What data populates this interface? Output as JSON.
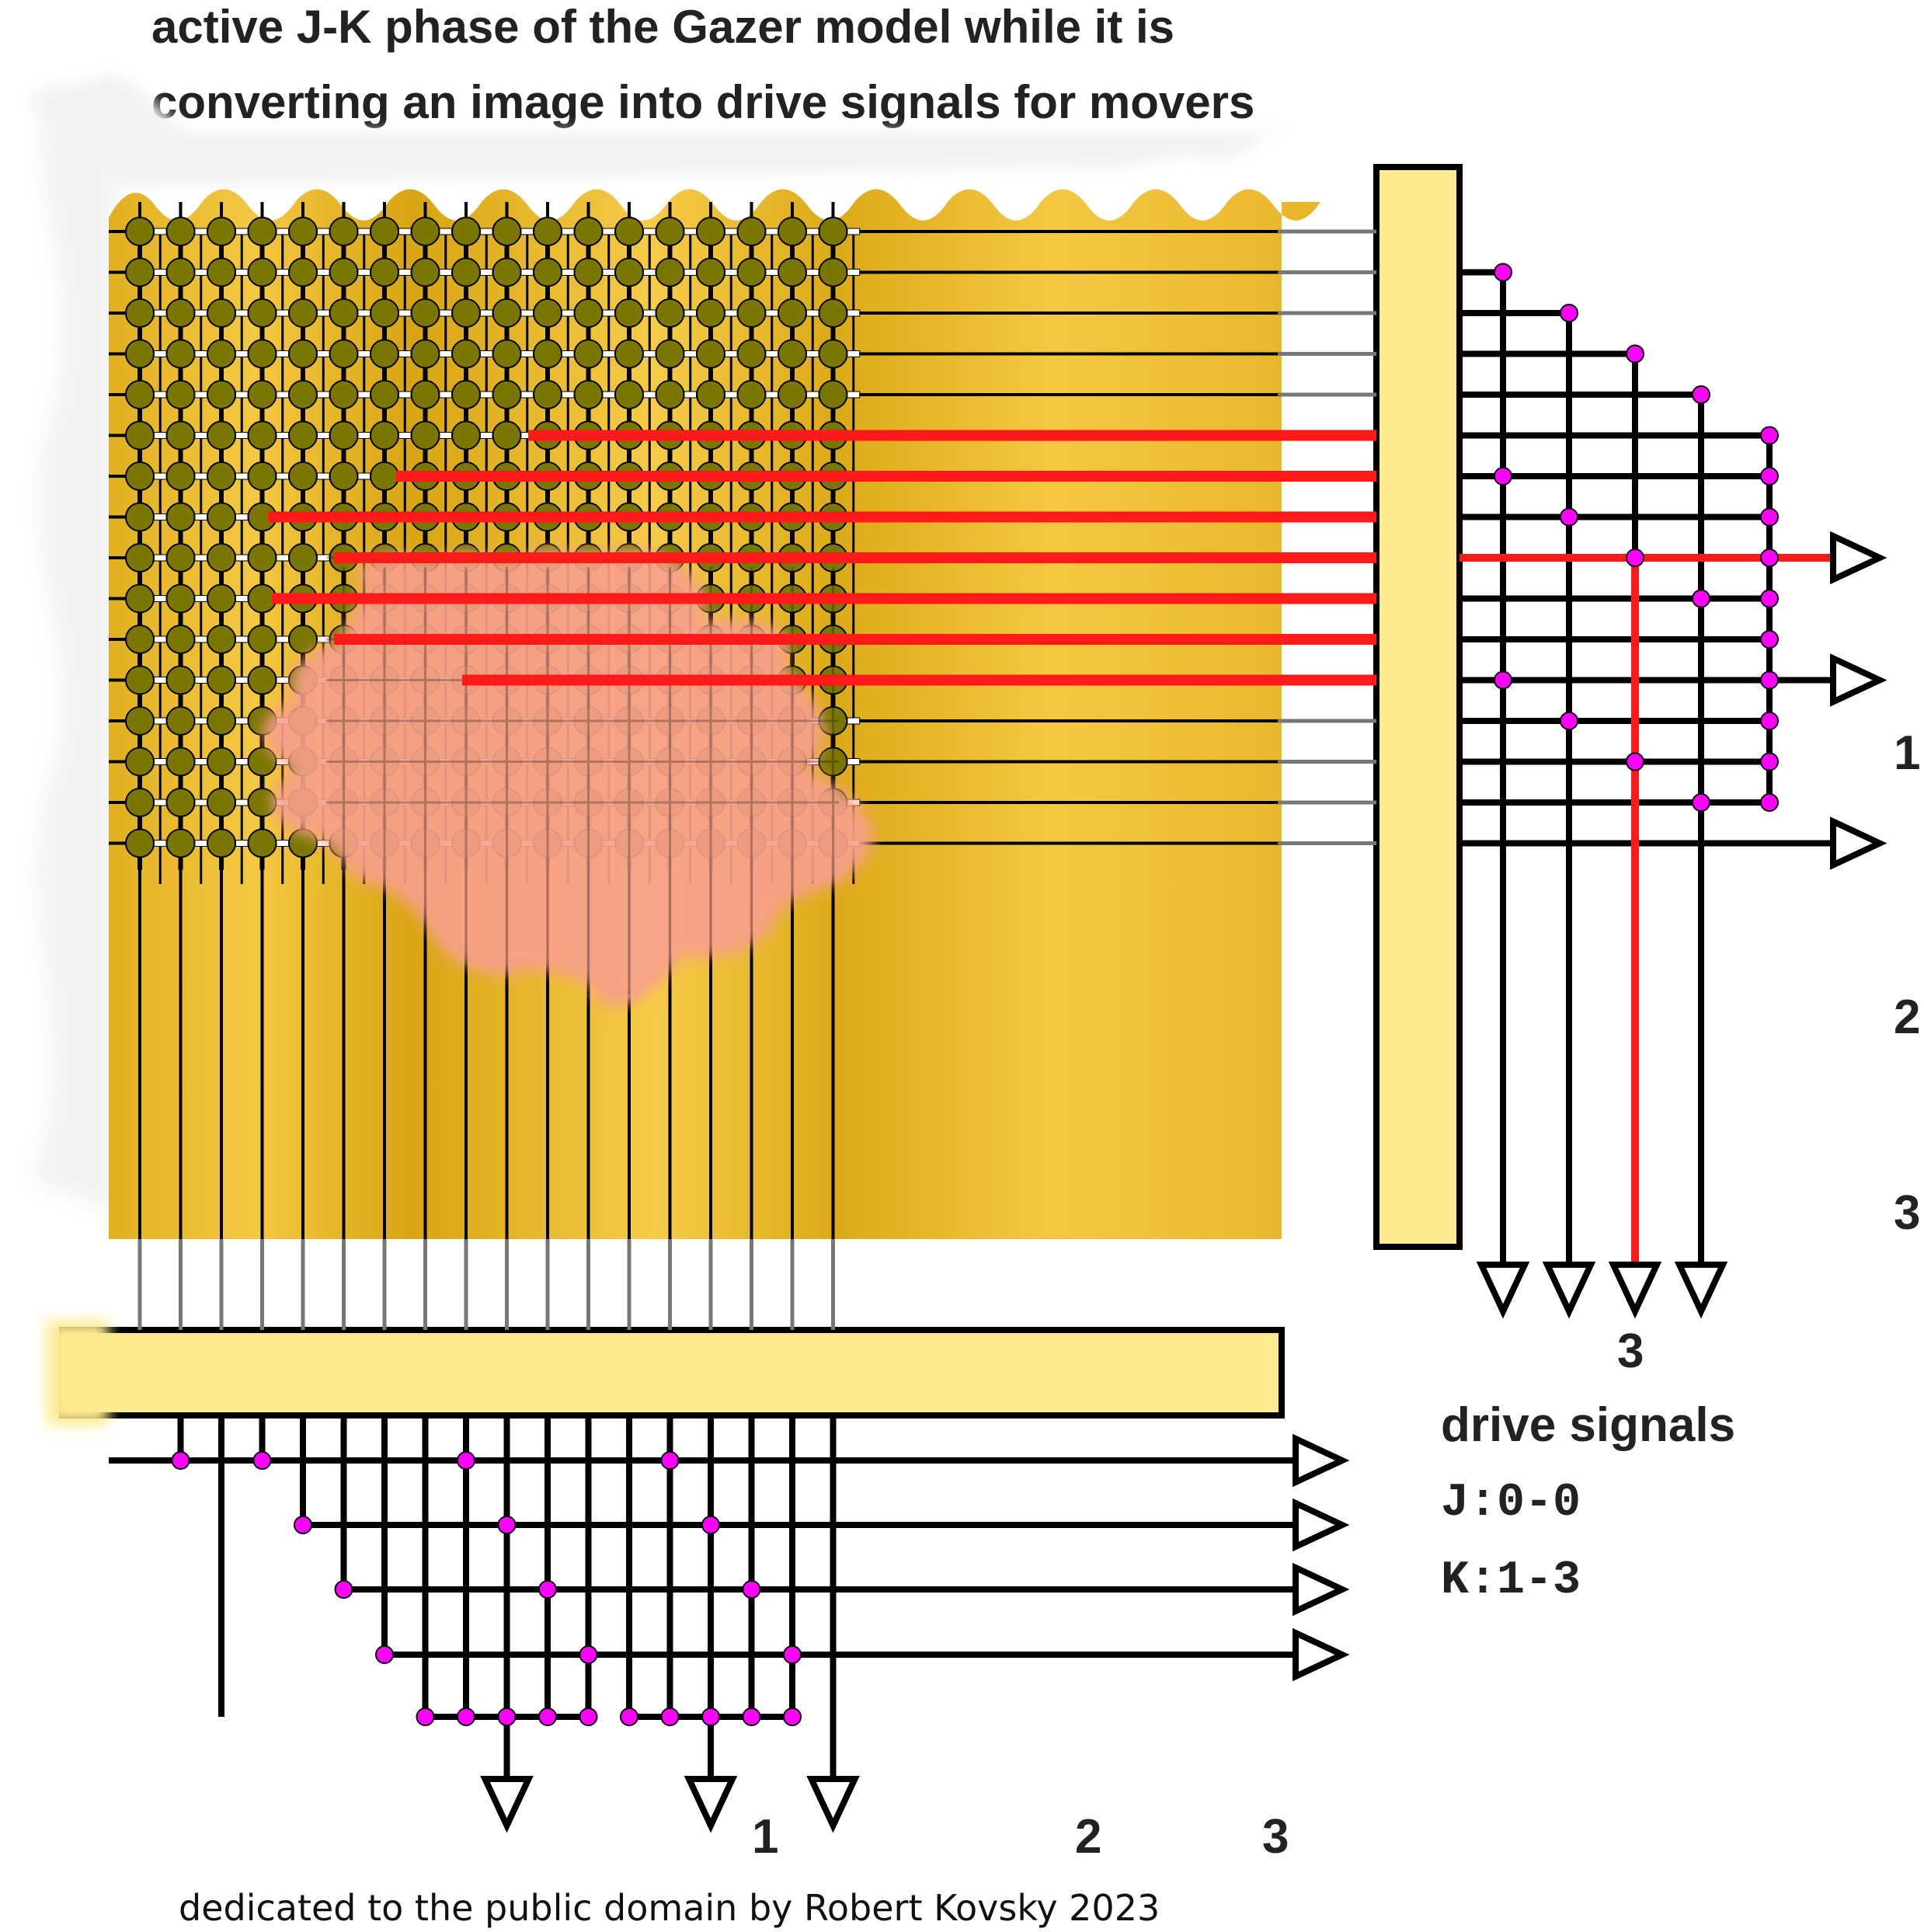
{
  "title": {
    "line1": "active J-K phase of the Gazer model while it is",
    "line2": "converting an image into drive signals for movers"
  },
  "drive_signals": {
    "heading": "drive signals",
    "count": "3",
    "j_line": "J:0-0",
    "k_line": "K:1-3"
  },
  "right_outputs": [
    "1",
    "2",
    "3"
  ],
  "bottom_outputs": [
    "1",
    "2",
    "3"
  ],
  "credit": "dedicated to the public domain by Robert Kovsky 2023",
  "colors": {
    "grid_yellow": "#f5c842",
    "grid_dark_yellow": "#d9a40a",
    "node_olive": "#7a7600",
    "bus_fill": "#fde98f",
    "active_red": "#ff1a1a",
    "blob_pink": "#f7a08a",
    "junction_magenta": "#ff00ff",
    "wire_black": "#000000"
  }
}
